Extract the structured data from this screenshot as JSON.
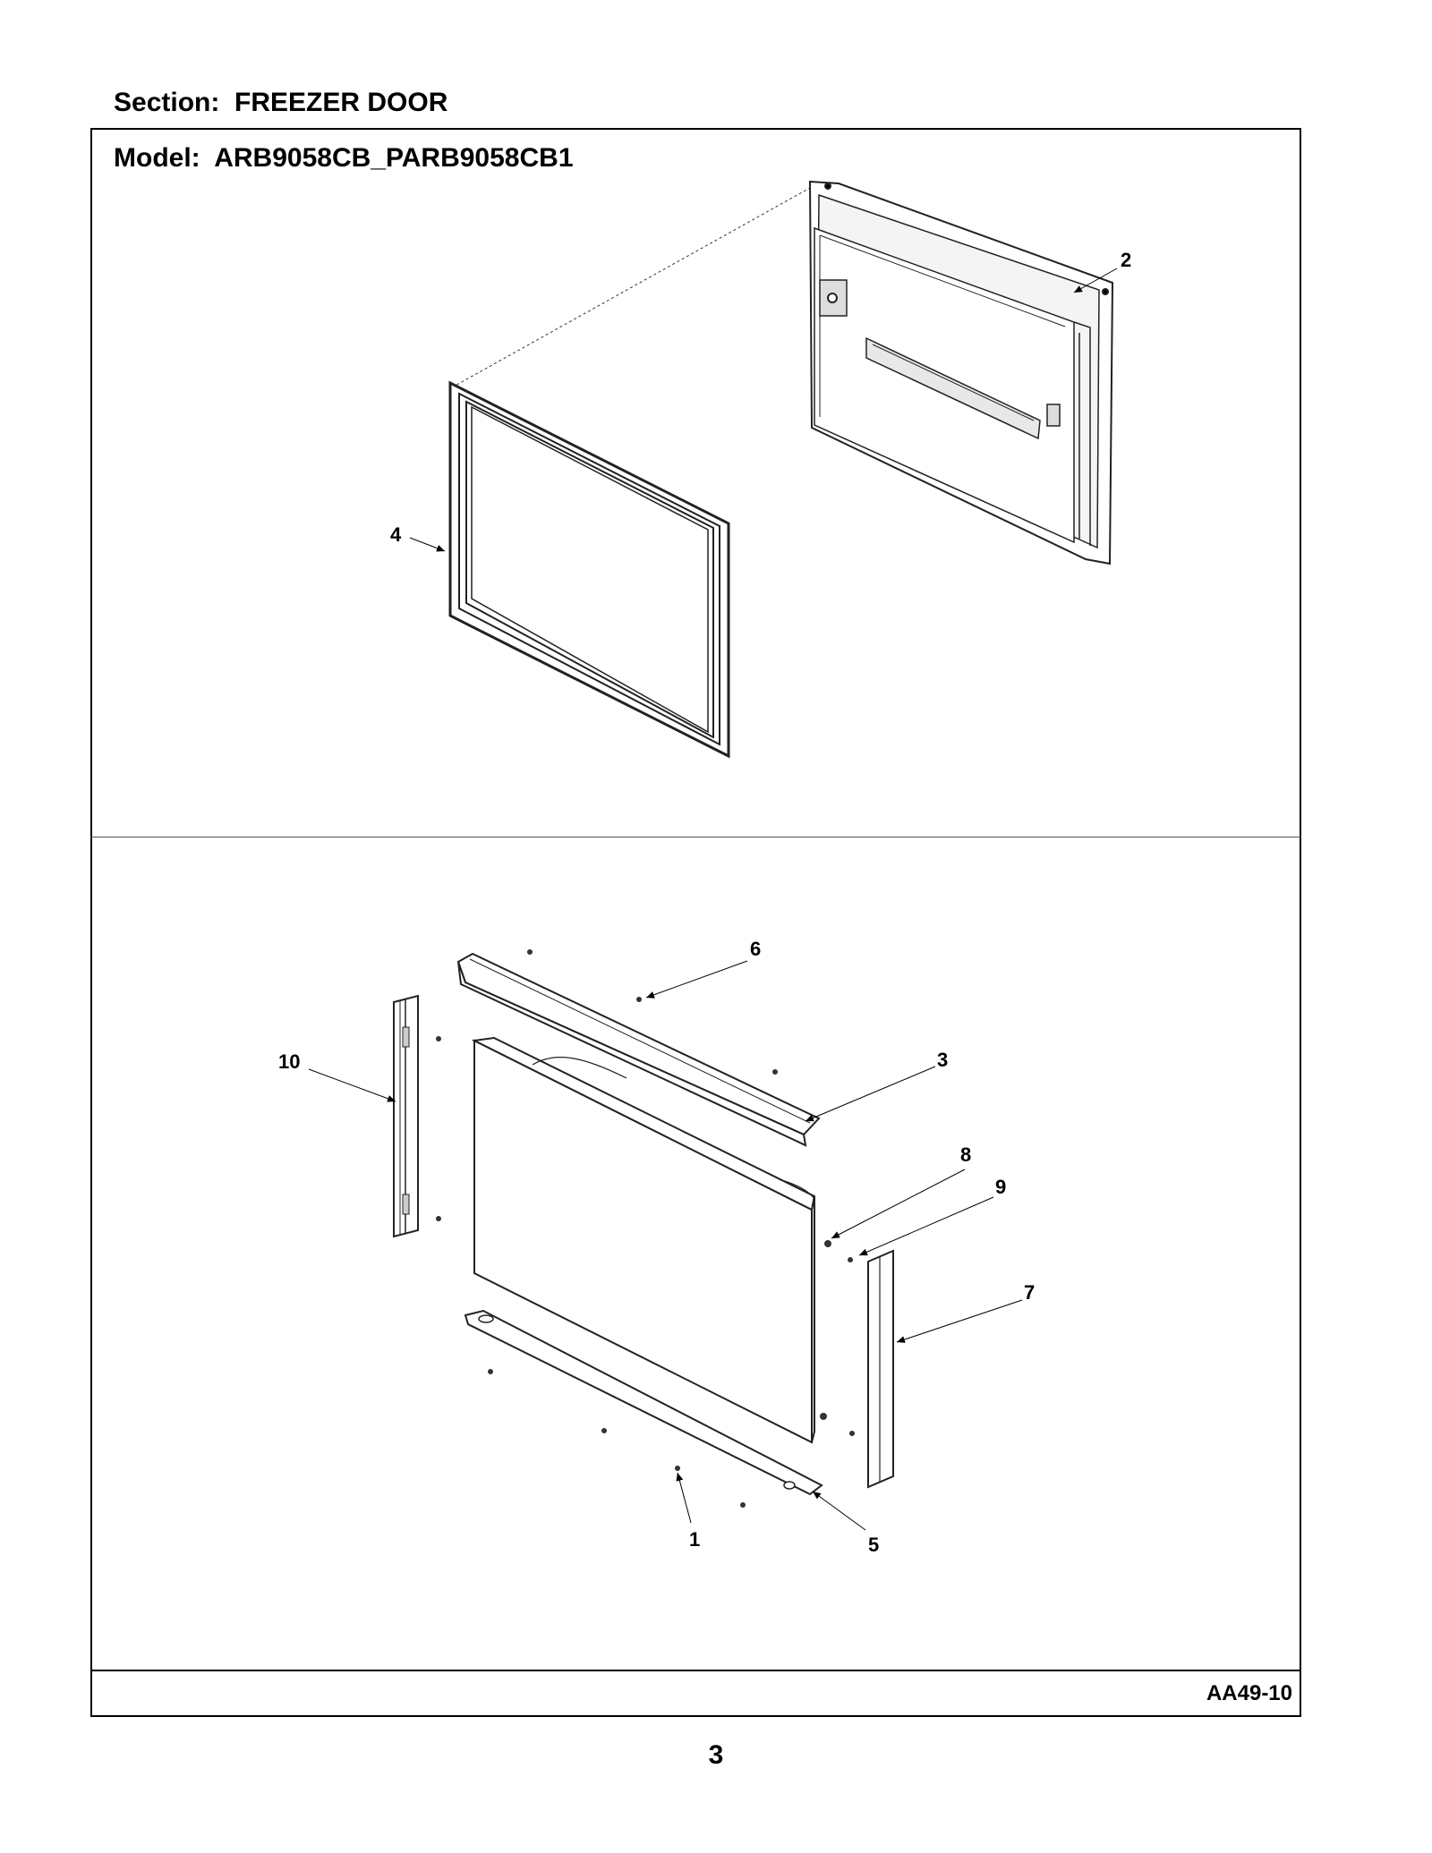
{
  "section": {
    "label": "Section:",
    "value": "FREEZER DOOR"
  },
  "model": {
    "label": "Model:",
    "value": "ARB9058CB_PARB9058CB1"
  },
  "callouts": [
    "1",
    "2",
    "3",
    "4",
    "5",
    "6",
    "7",
    "8",
    "9",
    "10"
  ],
  "doc_code": "AA49-10",
  "page_number": "3"
}
